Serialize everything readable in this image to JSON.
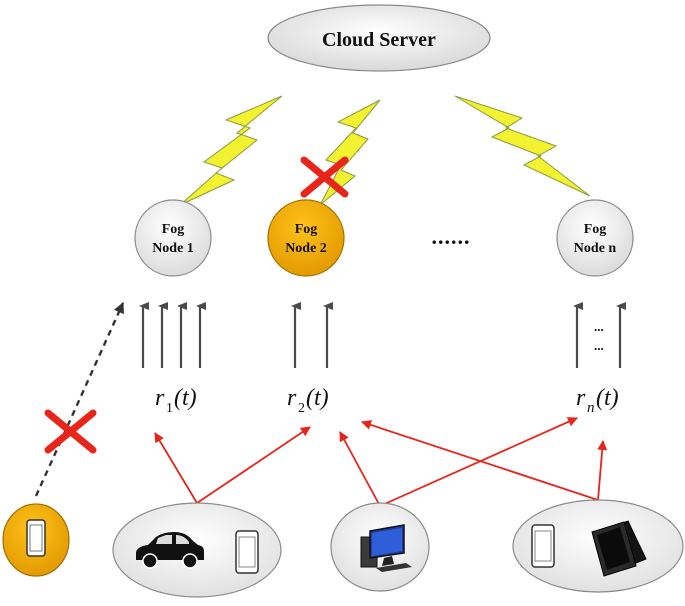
{
  "cloud": {
    "label": "Cloud Server"
  },
  "fog_nodes": [
    {
      "line1": "Fog",
      "line2": "Node 1",
      "fill": "#f2f2f2"
    },
    {
      "line1": "Fog",
      "line2": "Node 2",
      "fill": "#f2a900"
    },
    {
      "line1": "Fog",
      "line2": "Node n",
      "fill": "#f2f2f2"
    }
  ],
  "ellipsis": "......",
  "queues": [
    {
      "r": "r",
      "sub": "1",
      "t": "(t)"
    },
    {
      "r": "r",
      "sub": "2",
      "t": "(t)"
    },
    {
      "r": "r",
      "sub": "n",
      "t": "(t)"
    }
  ],
  "queue_n_dots": "⋮",
  "colors": {
    "link_red": "#e8251b",
    "failure_x": "#e8251b",
    "lightning": "#f2f230",
    "node_highlight": "#f2a900",
    "arrow_gray": "#4a4a4a"
  },
  "icons": [
    "car-icon",
    "smartphone-icon",
    "desktop-computer-icon",
    "tablet-icon"
  ]
}
